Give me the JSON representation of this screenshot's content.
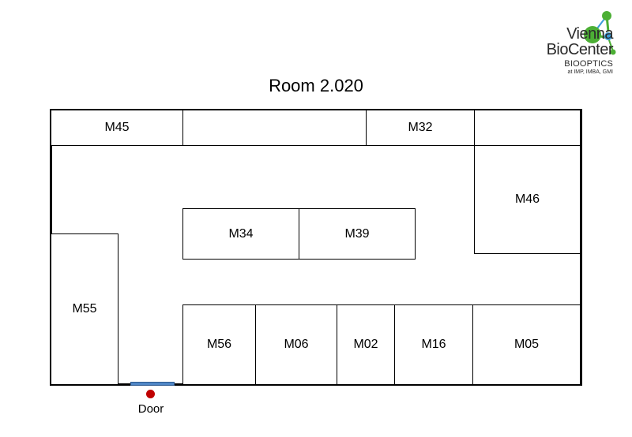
{
  "logo": {
    "line1": "Vienna",
    "line2": "BioCenter",
    "line3": "BIOOPTICS",
    "line4": "at IMP, IMBA, GMI"
  },
  "title": "Room 2.020",
  "workstations": {
    "m45": "M45",
    "top_blank": "",
    "m32": "M32",
    "top_right_blank": "",
    "m46": "M46",
    "m34": "M34",
    "m39": "M39",
    "m55": "M55",
    "m56": "M56",
    "m06": "M06",
    "m02": "M02",
    "m16": "M16",
    "m05": "M05"
  },
  "door": {
    "label": "Door"
  },
  "colors": {
    "wall": "#000000",
    "door": "#4f86c6",
    "door_marker": "#c00000",
    "logo_green": "#4caf35",
    "logo_blue": "#3a9bd9"
  }
}
